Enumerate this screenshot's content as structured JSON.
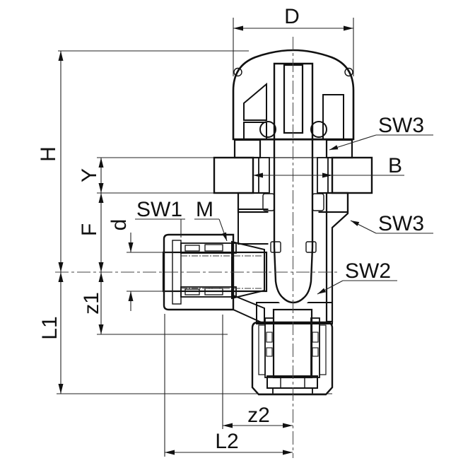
{
  "drawing": {
    "type": "technical-cross-section-pneumatic-elbow-fitting",
    "colors": {
      "line": "#111111",
      "background": "#ffffff"
    },
    "labels": {
      "D": "D",
      "H": "H",
      "Y": "Y",
      "F": "F",
      "d": "d",
      "z1": "z1",
      "L1": "L1",
      "SW1": "SW1",
      "M": "M",
      "SW3_upper": "SW3",
      "B": "B",
      "SW3_lower": "SW3",
      "SW2": "SW2",
      "z2": "z2",
      "L2": "L2"
    }
  }
}
